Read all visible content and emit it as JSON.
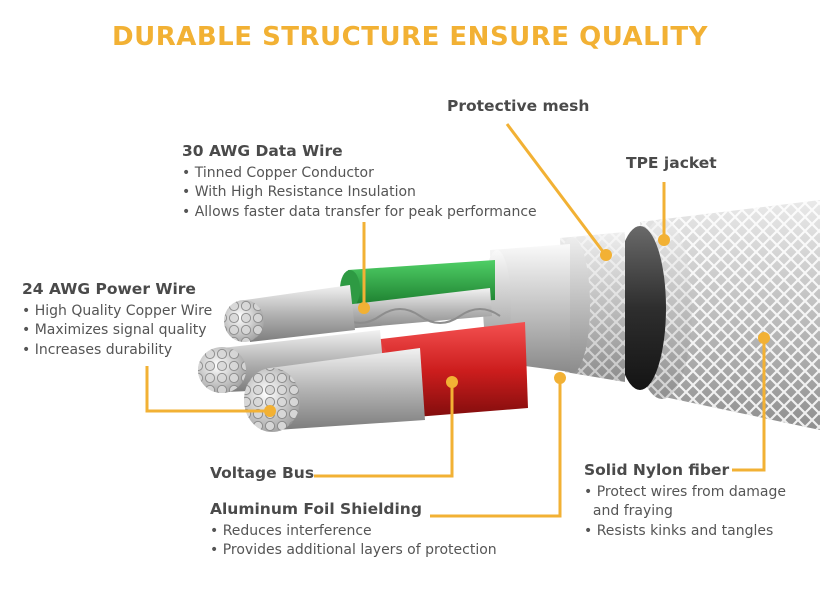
{
  "title": "DURABLE STRUCTURE ENSURE QUALITY",
  "accent_color": "#f2b134",
  "callouts": {
    "data_wire": {
      "heading": "30 AWG Data Wire",
      "bullets": [
        "• Tinned Copper Conductor",
        "• With High Resistance Insulation",
        "• Allows faster data transfer for peak performance"
      ]
    },
    "power_wire": {
      "heading": "24 AWG Power Wire",
      "bullets": [
        "• High Quality Copper Wire",
        "• Maximizes signal quality",
        "• Increases durability"
      ]
    },
    "protective_mesh": {
      "heading": "Protective mesh"
    },
    "tpe_jacket": {
      "heading": "TPE jacket"
    },
    "voltage_bus": {
      "heading": "Voltage Bus"
    },
    "foil_shielding": {
      "heading": "Aluminum Foil Shielding",
      "bullets": [
        "• Reduces interference",
        "• Provides additional layers of protection"
      ]
    },
    "nylon_fiber": {
      "heading": "Solid Nylon fiber",
      "bullets": [
        "• Protect wires from damage",
        "  and fraying",
        "• Resists kinks and tangles"
      ]
    }
  }
}
